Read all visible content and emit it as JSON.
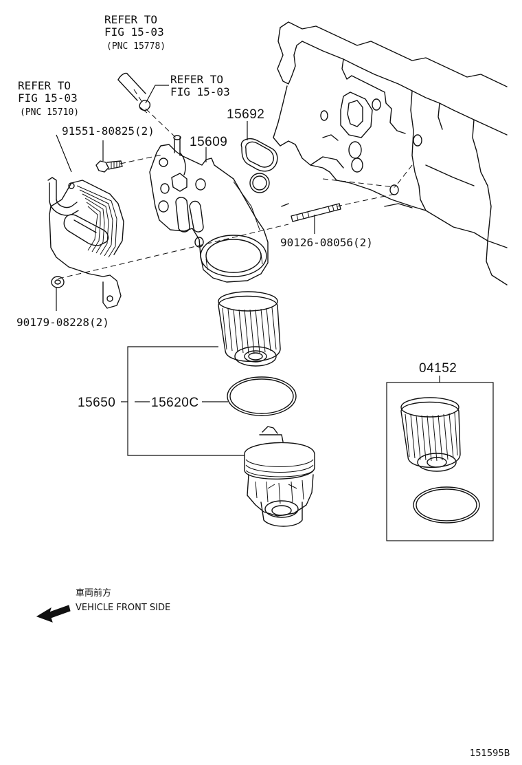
{
  "labels": {
    "refer_top_1": "REFER TO",
    "refer_top_2": "FIG 15-03",
    "refer_top_3": "(PNC 15778)",
    "refer_mid_1": "REFER TO",
    "refer_mid_2": "FIG 15-03",
    "refer_left_1": "REFER TO",
    "refer_left_2": "FIG 15-03",
    "refer_left_3": "(PNC 15710)",
    "bolt": "91551-80825(2)",
    "housing": "15609",
    "gasket": "15692",
    "stud": "90126-08056(2)",
    "washer": "90179-08228(2)",
    "filter_kit": "04152",
    "element_assy": "15650",
    "o_ring": "15620C",
    "front_jp": "車両前方",
    "front_en": "VEHICLE FRONT SIDE",
    "fig_id": "151595B"
  }
}
